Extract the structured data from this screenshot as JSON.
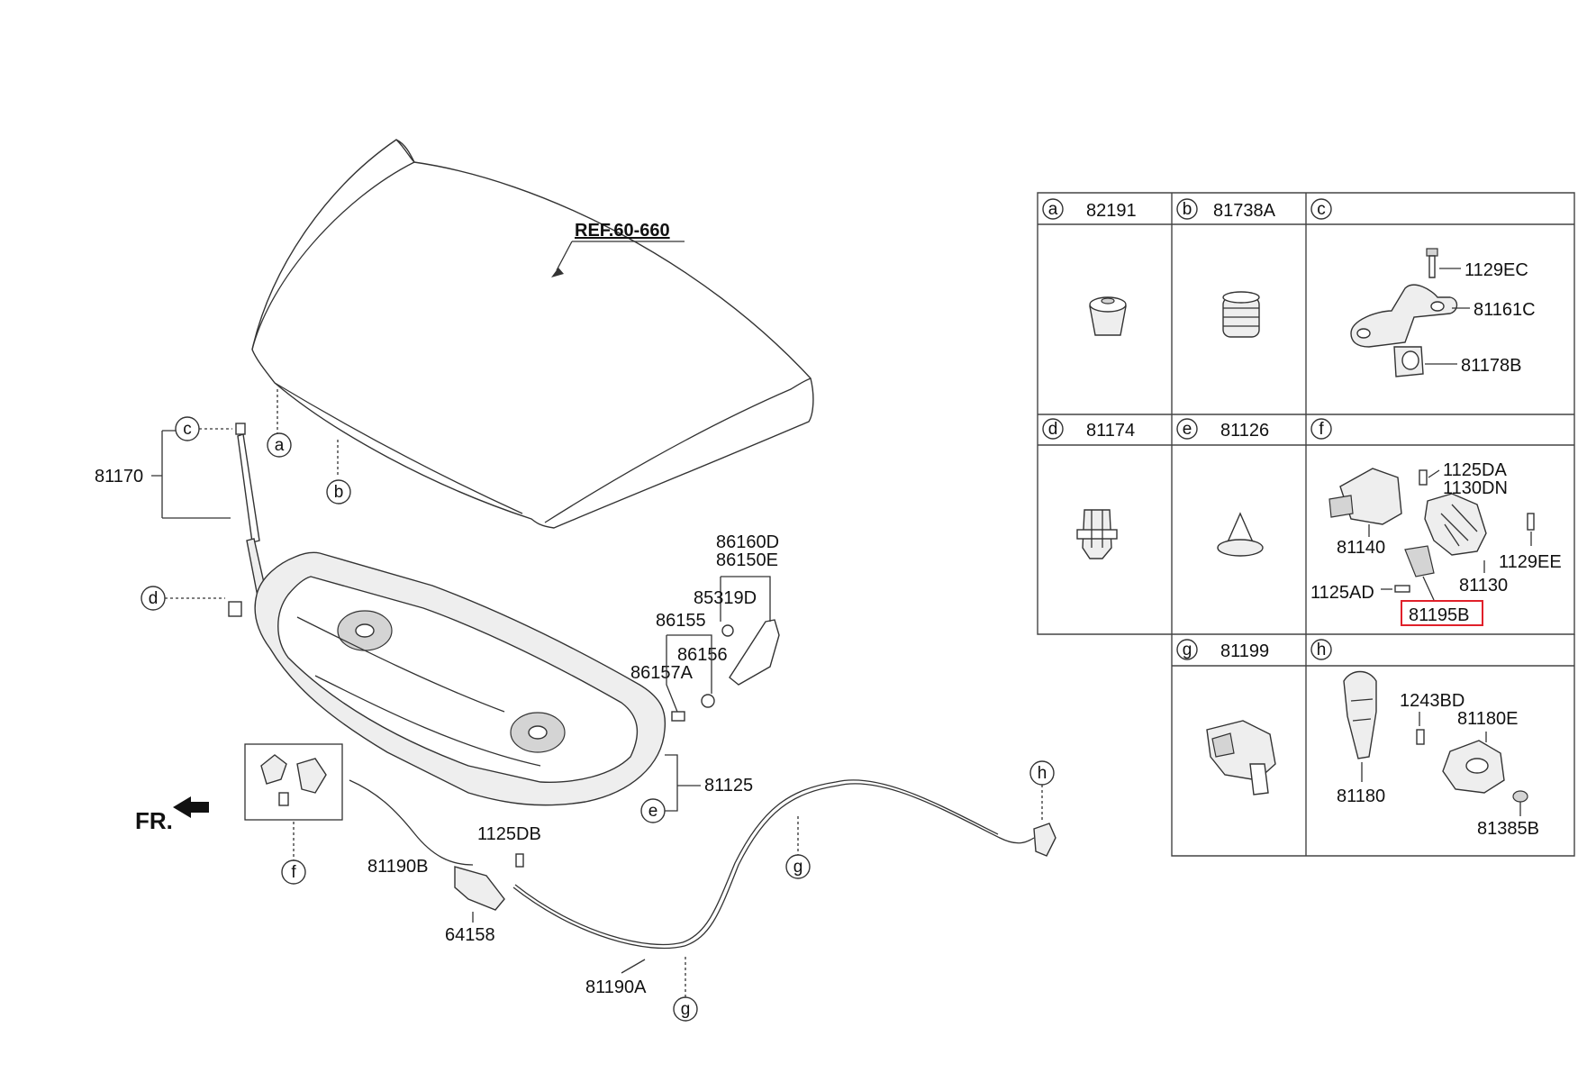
{
  "diagram": {
    "reference": "REF.60-660",
    "front_label": "FR.",
    "callouts": {
      "hood_a": "a",
      "hood_b": "b",
      "strut_c": "c",
      "strut_d": "d",
      "insulator_e": "e",
      "latch_f": "f",
      "cable_g1": "g",
      "cable_g2": "g",
      "handle_h": "h"
    },
    "part_labels": {
      "p81170": "81170",
      "p86160D": "86160D",
      "p86150E": "86150E",
      "p85319D": "85319D",
      "p86155": "86155",
      "p86156": "86156",
      "p86157A": "86157A",
      "p81125": "81125",
      "p1125DB": "1125DB",
      "p81190B": "81190B",
      "p64158": "64158",
      "p81190A": "81190A"
    },
    "detail_table": {
      "cells": {
        "a": {
          "letter": "a",
          "part": "82191"
        },
        "b": {
          "letter": "b",
          "part": "81738A"
        },
        "c": {
          "letter": "c",
          "part": "",
          "labels": [
            "1129EC",
            "81161C",
            "81178B"
          ]
        },
        "d": {
          "letter": "d",
          "part": "81174"
        },
        "e": {
          "letter": "e",
          "part": "81126"
        },
        "f": {
          "letter": "f",
          "part": "",
          "labels": [
            "1125DA",
            "1130DN",
            "81140",
            "1129EE",
            "81130",
            "1125AD",
            "81195B"
          ]
        },
        "g": {
          "letter": "g",
          "part": "81199"
        },
        "h": {
          "letter": "h",
          "part": "",
          "labels": [
            "1243BD",
            "81180E",
            "81180",
            "81385B"
          ]
        }
      },
      "highlighted_part": "81195B",
      "highlight_color": "#e0202a"
    }
  }
}
